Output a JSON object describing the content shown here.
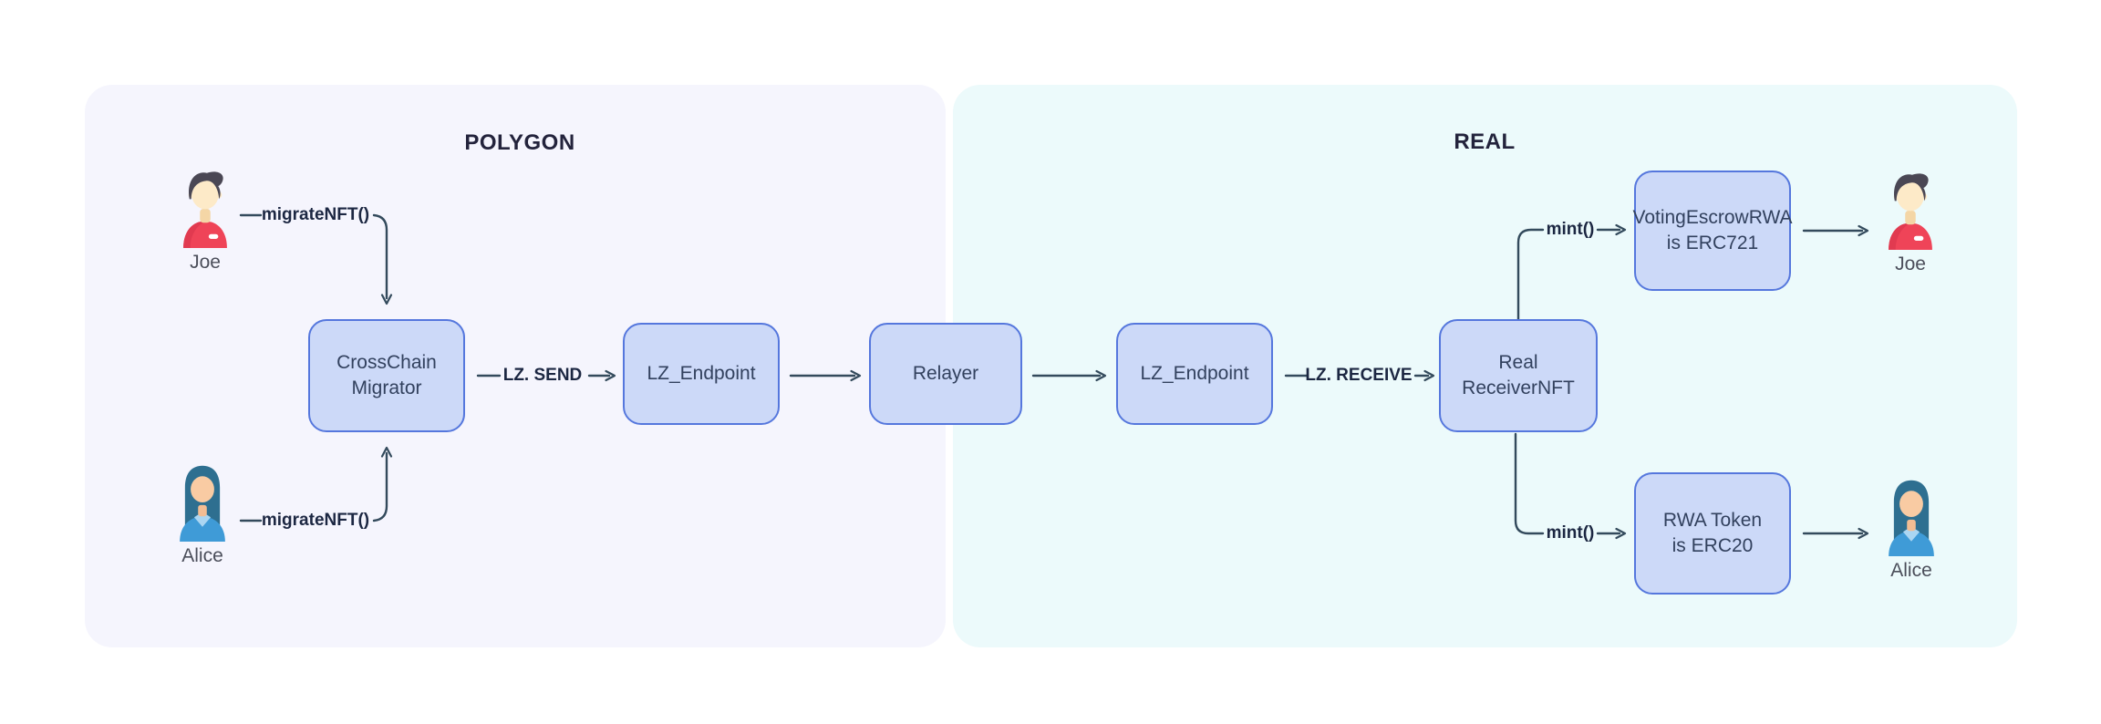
{
  "diagram": {
    "background": "#ffffff",
    "panels": {
      "polygon": {
        "title": "POLYGON",
        "bg": "#f5f5fd"
      },
      "real": {
        "title": "REAL",
        "bg": "#ecfafb"
      }
    },
    "nodes": {
      "crosschain": {
        "line1": "CrossChain",
        "line2": "Migrator"
      },
      "lz_left": {
        "line1": "LZ_Endpoint"
      },
      "relayer": {
        "line1": "Relayer"
      },
      "lz_right": {
        "line1": "LZ_Endpoint"
      },
      "receiver": {
        "line1": "Real",
        "line2": "ReceiverNFT"
      },
      "voting": {
        "line1": "VotingEscrowRWA",
        "line2": "is ERC721"
      },
      "rwa": {
        "line1": "RWA Token",
        "line2": "is ERC20"
      }
    },
    "actors": {
      "joe_left": {
        "name": "Joe"
      },
      "alice_left": {
        "name": "Alice"
      },
      "joe_right": {
        "name": "Joe"
      },
      "alice_right": {
        "name": "Alice"
      }
    },
    "edge_labels": {
      "migrate_top": "migrateNFT()",
      "migrate_bottom": "migrateNFT()",
      "lz_send": "LZ. SEND",
      "lz_receive": "LZ. RECEIVE",
      "mint_top": "mint()",
      "mint_bottom": "mint()"
    },
    "icons": {
      "joe": "man-avatar-icon",
      "alice": "woman-avatar-icon"
    },
    "colors": {
      "node_fill": "#ccd9f8",
      "node_border": "#5577dd",
      "node_text": "#32415e",
      "connector_line": "#334a5c",
      "edge_label_text": "#1c2742",
      "panel_polygon_bg": "#f5f5fd",
      "panel_real_bg": "#ecfafb",
      "panel_title_text": "#23233c",
      "actor_name_text": "#4b4e5a",
      "joe_hair": "#4a4754",
      "joe_shirt": "#ef4458",
      "alice_hair": "#2e6f90",
      "alice_shirt": "#3f9bd7"
    }
  }
}
